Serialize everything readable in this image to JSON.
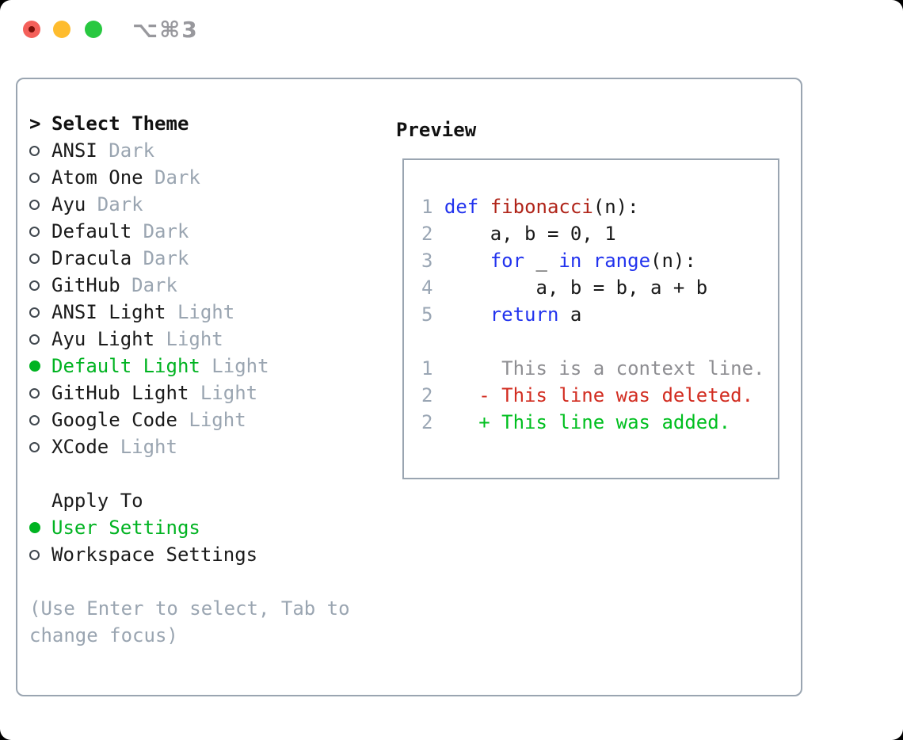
{
  "window": {
    "title": "⌥⌘3",
    "traffic_lights": {
      "close": "#f4605a",
      "close_dot": "#7a0f08",
      "minimize": "#febc2e",
      "zoom": "#28c840"
    }
  },
  "colors": {
    "panel_border": "#9aa5b1",
    "text": "#1a1a1a",
    "muted": "#9aa5b1",
    "selected_green": "#00b321",
    "marker_ring": "#41484f"
  },
  "theme_picker": {
    "prompt": ">",
    "header": "Select Theme",
    "items": [
      {
        "label": "ANSI",
        "variant": "Dark",
        "selected": false
      },
      {
        "label": "Atom One",
        "variant": "Dark",
        "selected": false
      },
      {
        "label": "Ayu",
        "variant": "Dark",
        "selected": false
      },
      {
        "label": "Default",
        "variant": "Dark",
        "selected": false
      },
      {
        "label": "Dracula",
        "variant": "Dark",
        "selected": false
      },
      {
        "label": "GitHub",
        "variant": "Dark",
        "selected": false
      },
      {
        "label": "ANSI Light",
        "variant": "Light",
        "selected": false
      },
      {
        "label": "Ayu Light",
        "variant": "Light",
        "selected": false
      },
      {
        "label": "Default Light",
        "variant": "Light",
        "selected": true
      },
      {
        "label": "GitHub Light",
        "variant": "Light",
        "selected": false
      },
      {
        "label": "Google Code",
        "variant": "Light",
        "selected": false
      },
      {
        "label": "XCode",
        "variant": "Light",
        "selected": false
      }
    ]
  },
  "apply_to": {
    "header": "Apply To",
    "options": [
      {
        "label": "User Settings",
        "selected": true
      },
      {
        "label": "Workspace Settings",
        "selected": false
      }
    ]
  },
  "hint": [
    "(Use Enter to select, Tab to",
    "change focus)"
  ],
  "preview": {
    "header": "Preview",
    "token_colors": {
      "num": "#9aa6b4",
      "kw": "#2233ee",
      "fn": "#b02419",
      "plain": "#1a1a1a",
      "ctx": "#8e8e92",
      "del": "#d22d21",
      "add": "#00bf1f"
    },
    "lines": [
      [
        {
          "t": "1 ",
          "c": "num"
        },
        {
          "t": "def",
          "c": "kw"
        },
        {
          "t": " ",
          "c": "plain"
        },
        {
          "t": "fibonacci",
          "c": "fn"
        },
        {
          "t": "(n):",
          "c": "plain"
        }
      ],
      [
        {
          "t": "2 ",
          "c": "num"
        },
        {
          "t": "    a, b = 0, 1",
          "c": "plain"
        }
      ],
      [
        {
          "t": "3 ",
          "c": "num"
        },
        {
          "t": "    ",
          "c": "plain"
        },
        {
          "t": "for",
          "c": "kw"
        },
        {
          "t": " _ ",
          "c": "plain"
        },
        {
          "t": "in",
          "c": "kw"
        },
        {
          "t": " ",
          "c": "plain"
        },
        {
          "t": "range",
          "c": "kw"
        },
        {
          "t": "(n):",
          "c": "plain"
        }
      ],
      [
        {
          "t": "4 ",
          "c": "num"
        },
        {
          "t": "        a, b = b, a + b",
          "c": "plain"
        }
      ],
      [
        {
          "t": "5 ",
          "c": "num"
        },
        {
          "t": "    ",
          "c": "plain"
        },
        {
          "t": "return",
          "c": "kw"
        },
        {
          "t": " a",
          "c": "plain"
        }
      ],
      [],
      [
        {
          "t": "1",
          "c": "num"
        },
        {
          "t": "      ",
          "c": "plain"
        },
        {
          "t": "This is a context line.",
          "c": "ctx"
        }
      ],
      [
        {
          "t": "2",
          "c": "num"
        },
        {
          "t": "    ",
          "c": "plain"
        },
        {
          "t": "- This line was deleted.",
          "c": "del"
        }
      ],
      [
        {
          "t": "2",
          "c": "num"
        },
        {
          "t": "    ",
          "c": "plain"
        },
        {
          "t": "+ This line was added.",
          "c": "add"
        }
      ]
    ]
  }
}
